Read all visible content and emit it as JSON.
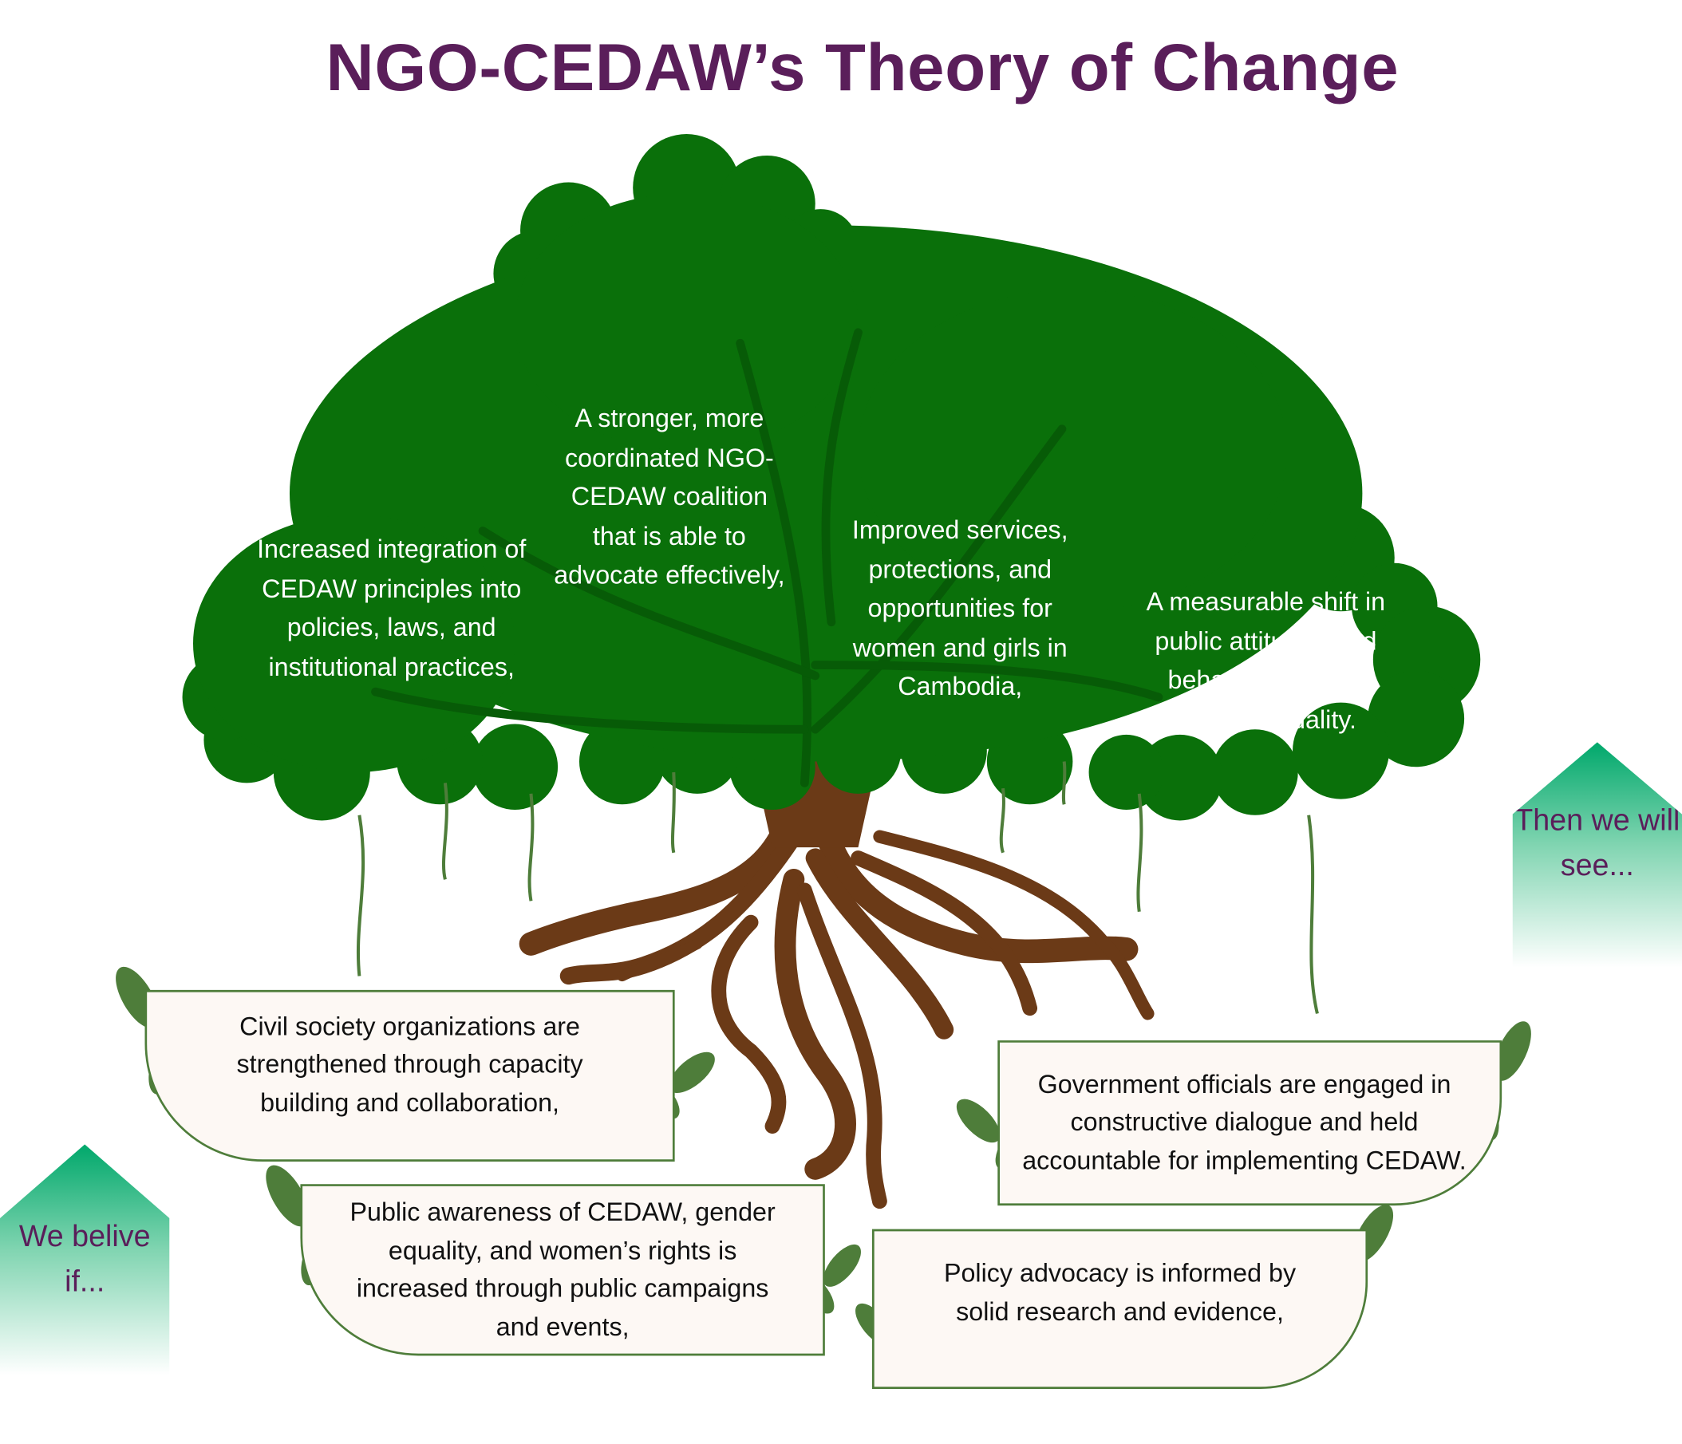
{
  "title": "NGO-CEDAW’s Theory of Change",
  "colors": {
    "title": "#5a1e5a",
    "canopy": "#0a700a",
    "trunk": "#6b3a17",
    "box_border": "#4e7d3a",
    "box_fill": "#fdf8f4",
    "arrow": "#00a86b"
  },
  "outcomes": [
    "Increased integration of CEDAW principles into policies, laws, and institutional practices,",
    "A stronger, more coordinated NGO-CEDAW coalition that is able to advocate effectively,",
    "Improved services, protections, and opportunities for women and girls in Cambodia,",
    "A measurable shift in public attitudes and behaviors toward gender equality."
  ],
  "conditions": [
    "Civil society organizations are strengthened through capacity building and collaboration,",
    "Public awareness of CEDAW, gender equality, and women’s rights is increased through public campaigns and events,",
    "Government officials are engaged in constructive dialogue and held accountable for implementing CEDAW.",
    "Policy advocacy is informed by solid research and evidence,"
  ],
  "left_arrow": "We belive if...",
  "right_arrow": "Then we will see..."
}
